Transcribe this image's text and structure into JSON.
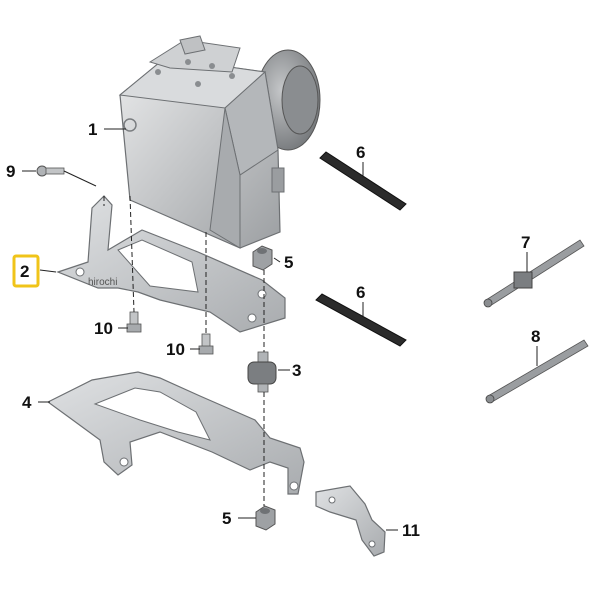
{
  "watermark": "hirochi",
  "callouts": {
    "c1": "1",
    "c2": "2",
    "c3": "3",
    "c4": "4",
    "c5a": "5",
    "c5b": "5",
    "c6a": "6",
    "c6b": "6",
    "c7": "7",
    "c8": "8",
    "c9": "9",
    "c10a": "10",
    "c10b": "10",
    "c11": "11"
  },
  "colors": {
    "highlight": "#f0c419",
    "metal": "#c9cbcd",
    "metal_dark": "#8e9194",
    "strip": "#2b2b2b",
    "line": "#222222"
  }
}
